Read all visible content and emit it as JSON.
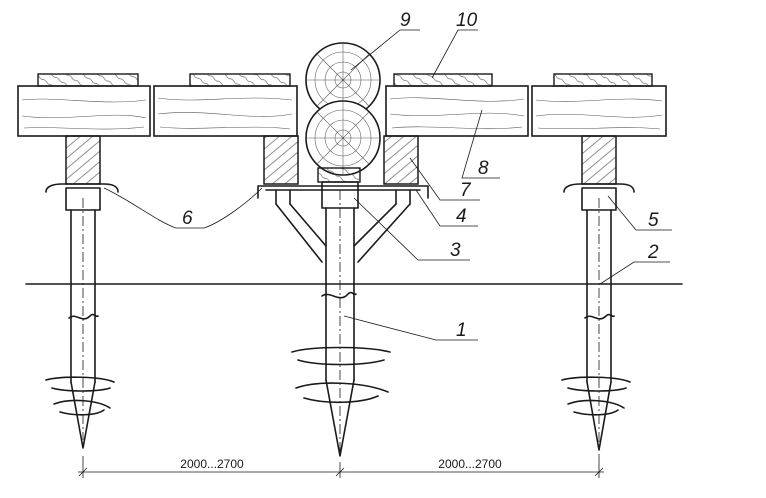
{
  "callouts": [
    {
      "number": "1"
    },
    {
      "number": "2"
    },
    {
      "number": "3"
    },
    {
      "number": "4"
    },
    {
      "number": "5"
    },
    {
      "number": "6"
    },
    {
      "number": "7"
    },
    {
      "number": "8"
    },
    {
      "number": "9"
    },
    {
      "number": "10"
    }
  ],
  "dimensions": {
    "left_span": "2000...2700",
    "right_span": "2000...2700"
  }
}
